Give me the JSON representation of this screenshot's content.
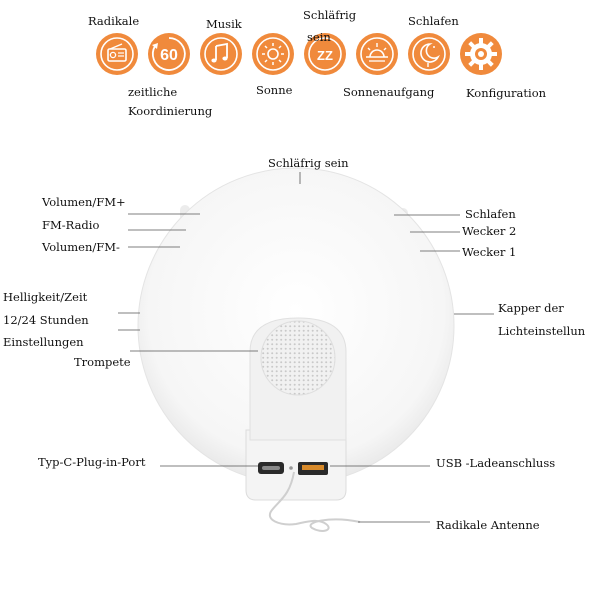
{
  "icons": [
    {
      "id": "radio",
      "name": "radio-icon",
      "label": "Radikale"
    },
    {
      "id": "sixty",
      "name": "sixty-icon",
      "label": "zeitliche Koordinierung",
      "glyph": "60"
    },
    {
      "id": "music",
      "name": "music-note-icon",
      "label": "Musik"
    },
    {
      "id": "sun",
      "name": "sun-icon",
      "label": "Sonne"
    },
    {
      "id": "sleepy",
      "name": "sleepy-zz-icon",
      "label": "Schläfrig sein",
      "glyph": "ZZ"
    },
    {
      "id": "sunrise",
      "name": "sunrise-icon",
      "label": "Sonnenaufgang"
    },
    {
      "id": "sleep",
      "name": "moon-sleep-icon",
      "label": "Schlafen"
    },
    {
      "id": "config",
      "name": "gear-icon",
      "label": "Konfiguration"
    }
  ],
  "icon_labels": {
    "radio": "Radikale",
    "timing_line1": "zeitliche",
    "timing_line2": "Koordinierung",
    "music": "Musik",
    "sun": "Sonne",
    "sleepy_line1": "Schläfrig",
    "sleepy_line2": "sein",
    "sunrise": "Sonnenaufgang",
    "sleep": "Schlafen",
    "config": "Konfiguration"
  },
  "callouts": {
    "top": "Schläfrig sein",
    "volume_up": "Volumen/FM+",
    "fm_radio": "FM-Radio",
    "volume_down": "Volumen/FM-",
    "brightness": "Helligkeit/Zeit",
    "hours": "12/24 Stunden",
    "settings": "Einstellungen",
    "speaker": "Trompete",
    "usbc": "Typ-C-Plug-in-Port",
    "sleep": "Schlafen",
    "alarm2": "Wecker 2",
    "alarm1": "Wecker 1",
    "light_line1": "Kapper der",
    "light_line2": "Lichteinstellun",
    "usb": "USB -Ladeanschluss",
    "antenna": "Radikale Antenne"
  },
  "colors": {
    "accent": "#f08a3c",
    "device": "#f7f7f7",
    "device_edge": "#e2e2e2"
  }
}
